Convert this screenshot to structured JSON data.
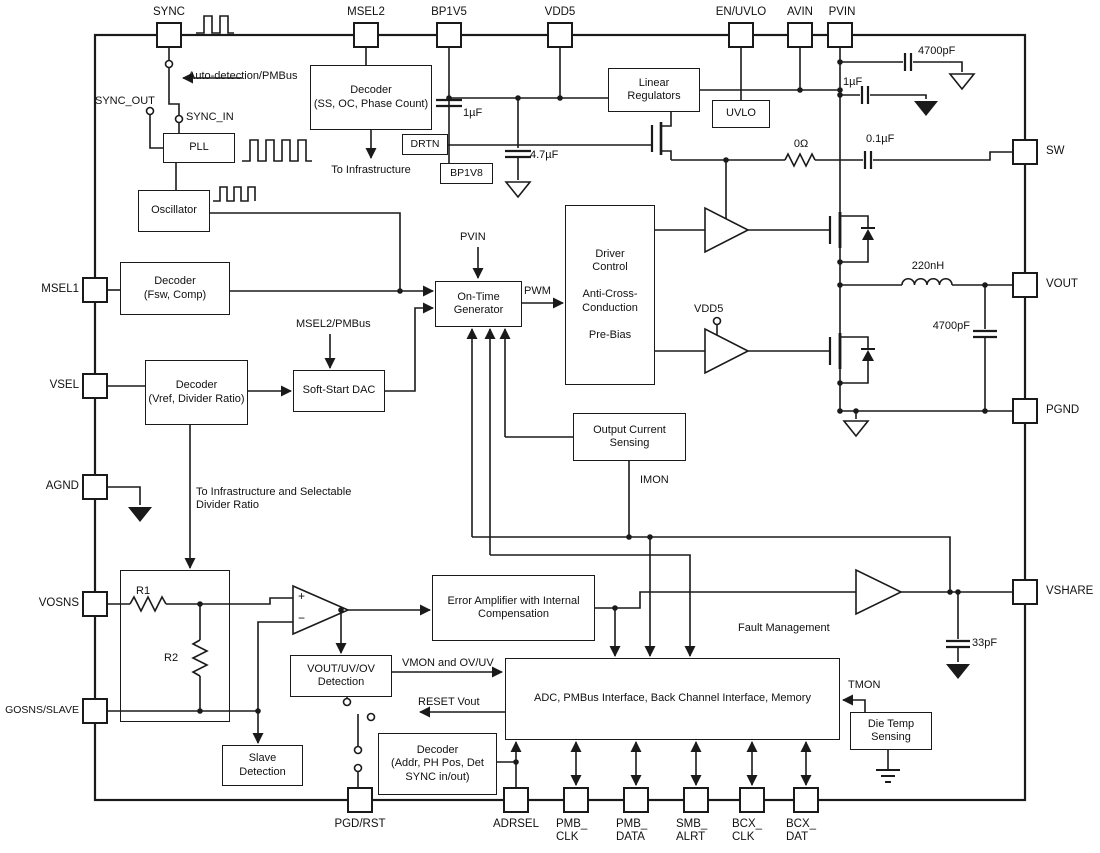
{
  "pins": {
    "top": {
      "sync": "SYNC",
      "msel2": "MSEL2",
      "bp1v5": "BP1V5",
      "vdd5": "VDD5",
      "en_uvlo": "EN/UVLO",
      "avin": "AVIN",
      "pvin": "PVIN"
    },
    "right": {
      "sw": "SW",
      "vout": "VOUT",
      "pgnd": "PGND",
      "vshare": "VSHARE"
    },
    "left": {
      "msel1": "MSEL1",
      "vsel": "VSEL",
      "agnd": "AGND",
      "vosns": "VOSNS",
      "gosns_slave": "GOSNS/SLAVE"
    },
    "bottom": {
      "pgd_rst": "PGD/RST",
      "adrsel": "ADRSEL",
      "pmb_clk": "PMB_\nCLK",
      "pmb_data": "PMB_\nDATA",
      "smb_alrt": "SMB_\nALRT",
      "bcx_clk": "BCX_\nCLK",
      "bcx_dat": "BCX_\nDAT"
    }
  },
  "blocks": {
    "decoder_ss": "Decoder\n(SS, OC, Phase Count)",
    "drtn": "DRTN",
    "bp1v8": "BP1V8",
    "linear_regulators": "Linear\nRegulators",
    "uvlo": "UVLO",
    "pll": "PLL",
    "oscillator": "Oscillator",
    "decoder_fsw": "Decoder\n(Fsw, Comp)",
    "decoder_vref": "Decoder\n(Vref, Divider Ratio)",
    "soft_start_dac": "Soft-Start DAC",
    "on_time_generator": "On-Time\nGenerator",
    "driver_control": "Driver\nControl\n\nAnti-Cross-\nConduction\n\nPre-Bias",
    "output_current_sensing": "Output Current\nSensing",
    "error_amplifier": "Error Amplifier with Internal\nCompensation",
    "vout_uv_ov": "VOUT/UV/OV\nDetection",
    "adc": "ADC, PMBus Interface, Back Channel Interface, Memory",
    "die_temp": "Die Temp\nSensing",
    "slave_detection": "Slave\nDetection",
    "decoder_addr": "Decoder\n(Addr, PH Pos, Det\nSYNC in/out)"
  },
  "labels": {
    "auto_detection": "Auto-detection/PMBus",
    "sync_out": "SYNC_OUT",
    "sync_in": "SYNC_IN",
    "to_infrastructure": "To Infrastructure",
    "msel2_pmbus": "MSEL2/PMBus",
    "pvin_internal": "PVIN",
    "pwm": "PWM",
    "vdd5_internal": "VDD5",
    "imon": "IMON",
    "divider_note": "To Infrastructure and Selectable\nDivider Ratio",
    "vmon": "VMON and OV/UV",
    "reset_vout": "RESET Vout",
    "fault_management": "Fault Management",
    "tmon": "TMON",
    "r1": "R1",
    "r2": "R2",
    "plus": "+",
    "minus": "−"
  },
  "components": {
    "cap_top_right": "4700pF",
    "cap_pvin": "1µF",
    "res_zero": "0Ω",
    "cap_boot": "0.1µF",
    "inductor": "220nH",
    "cap_vout": "4700pF",
    "cap_vshare": "33pF",
    "cap_bp1v5": "1µF",
    "cap_bp1v8": "4.7µF"
  }
}
